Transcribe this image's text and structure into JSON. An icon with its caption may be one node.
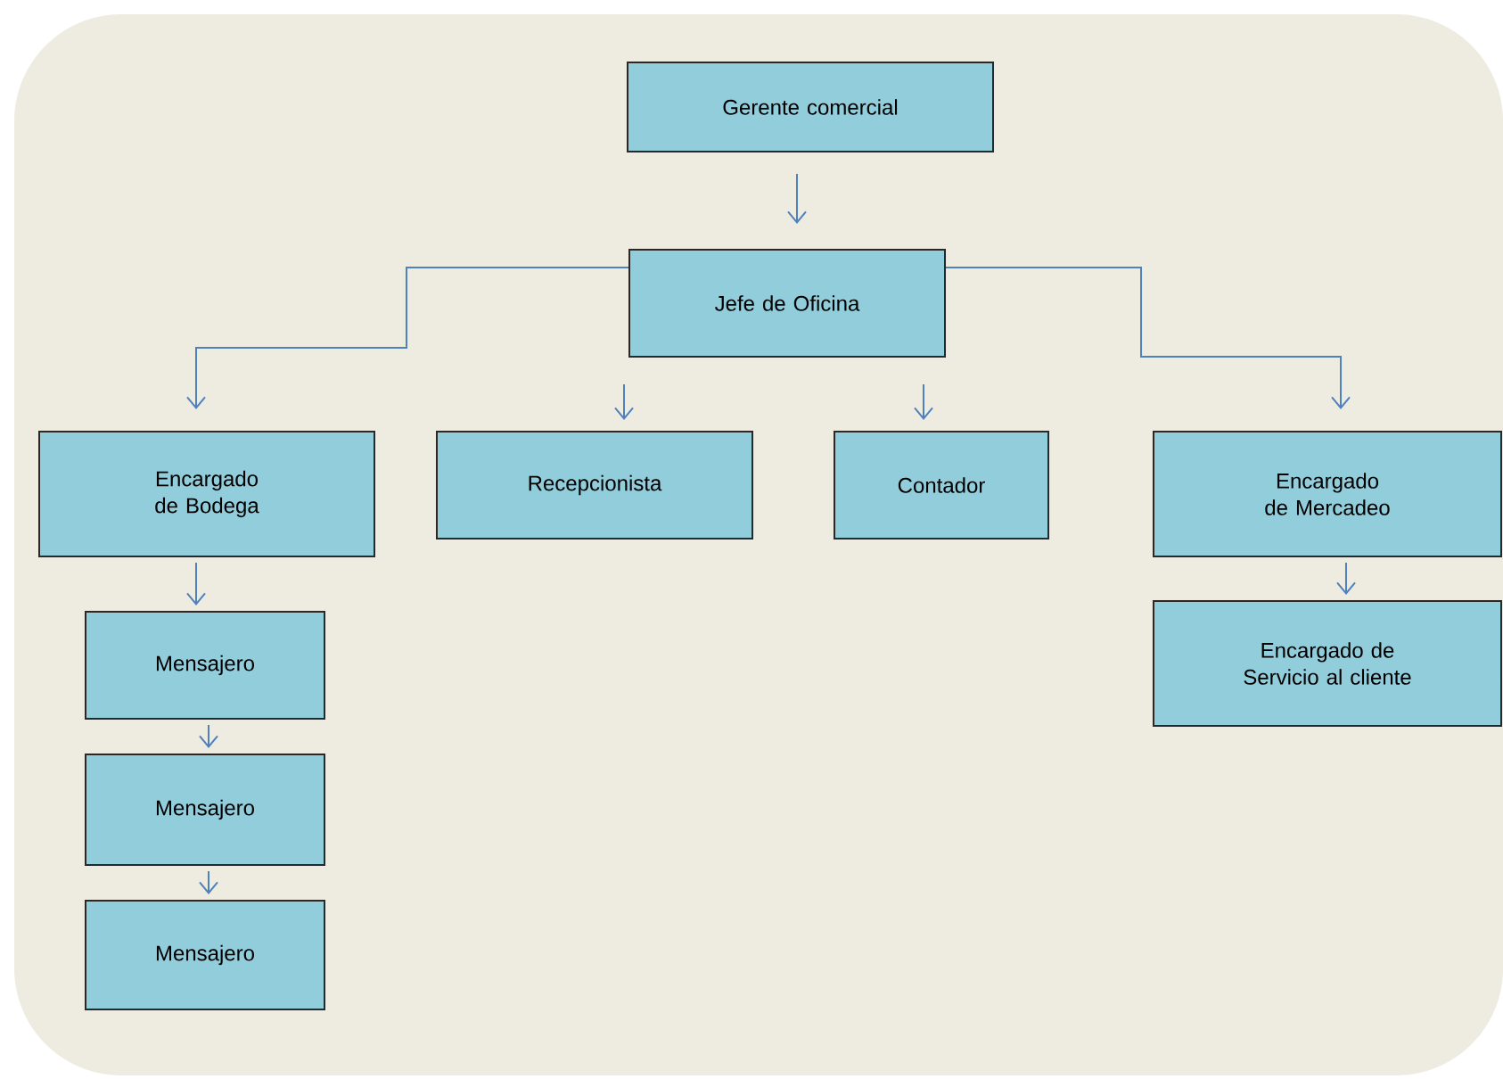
{
  "diagram": {
    "nodes": [
      {
        "text": [
          "Gerente comercial"
        ]
      },
      {
        "text": [
          "Jefe de Oficina"
        ]
      },
      {
        "text": [
          "Encargado de Bodega"
        ]
      },
      {
        "text": [
          "Recepcionista"
        ]
      },
      {
        "text": [
          "Contador"
        ]
      },
      {
        "text": [
          "Encargado de Mercadeo"
        ]
      },
      {
        "text": [
          "Mensajero"
        ]
      },
      {
        "text": [
          "Mensajero"
        ]
      },
      {
        "text": [
          "Mensajero"
        ]
      },
      {
        "text": [
          "Encargado de Servicio al cliente"
        ]
      }
    ],
    "edges": [
      {
        "from": 0,
        "to": 1,
        "arrow": "to"
      },
      {
        "from": 1,
        "to": 2,
        "arrow": "to"
      },
      {
        "from": 1,
        "to": 3,
        "arrow": "to"
      },
      {
        "from": 1,
        "to": 4,
        "arrow": "to"
      },
      {
        "from": 1,
        "to": 5,
        "arrow": "to"
      },
      {
        "from": 2,
        "to": 6,
        "arrow": "to"
      },
      {
        "from": 6,
        "to": 7,
        "arrow": "to"
      },
      {
        "from": 7,
        "to": 8,
        "arrow": "to"
      },
      {
        "from": 5,
        "to": 9,
        "arrow": "to"
      }
    ]
  }
}
